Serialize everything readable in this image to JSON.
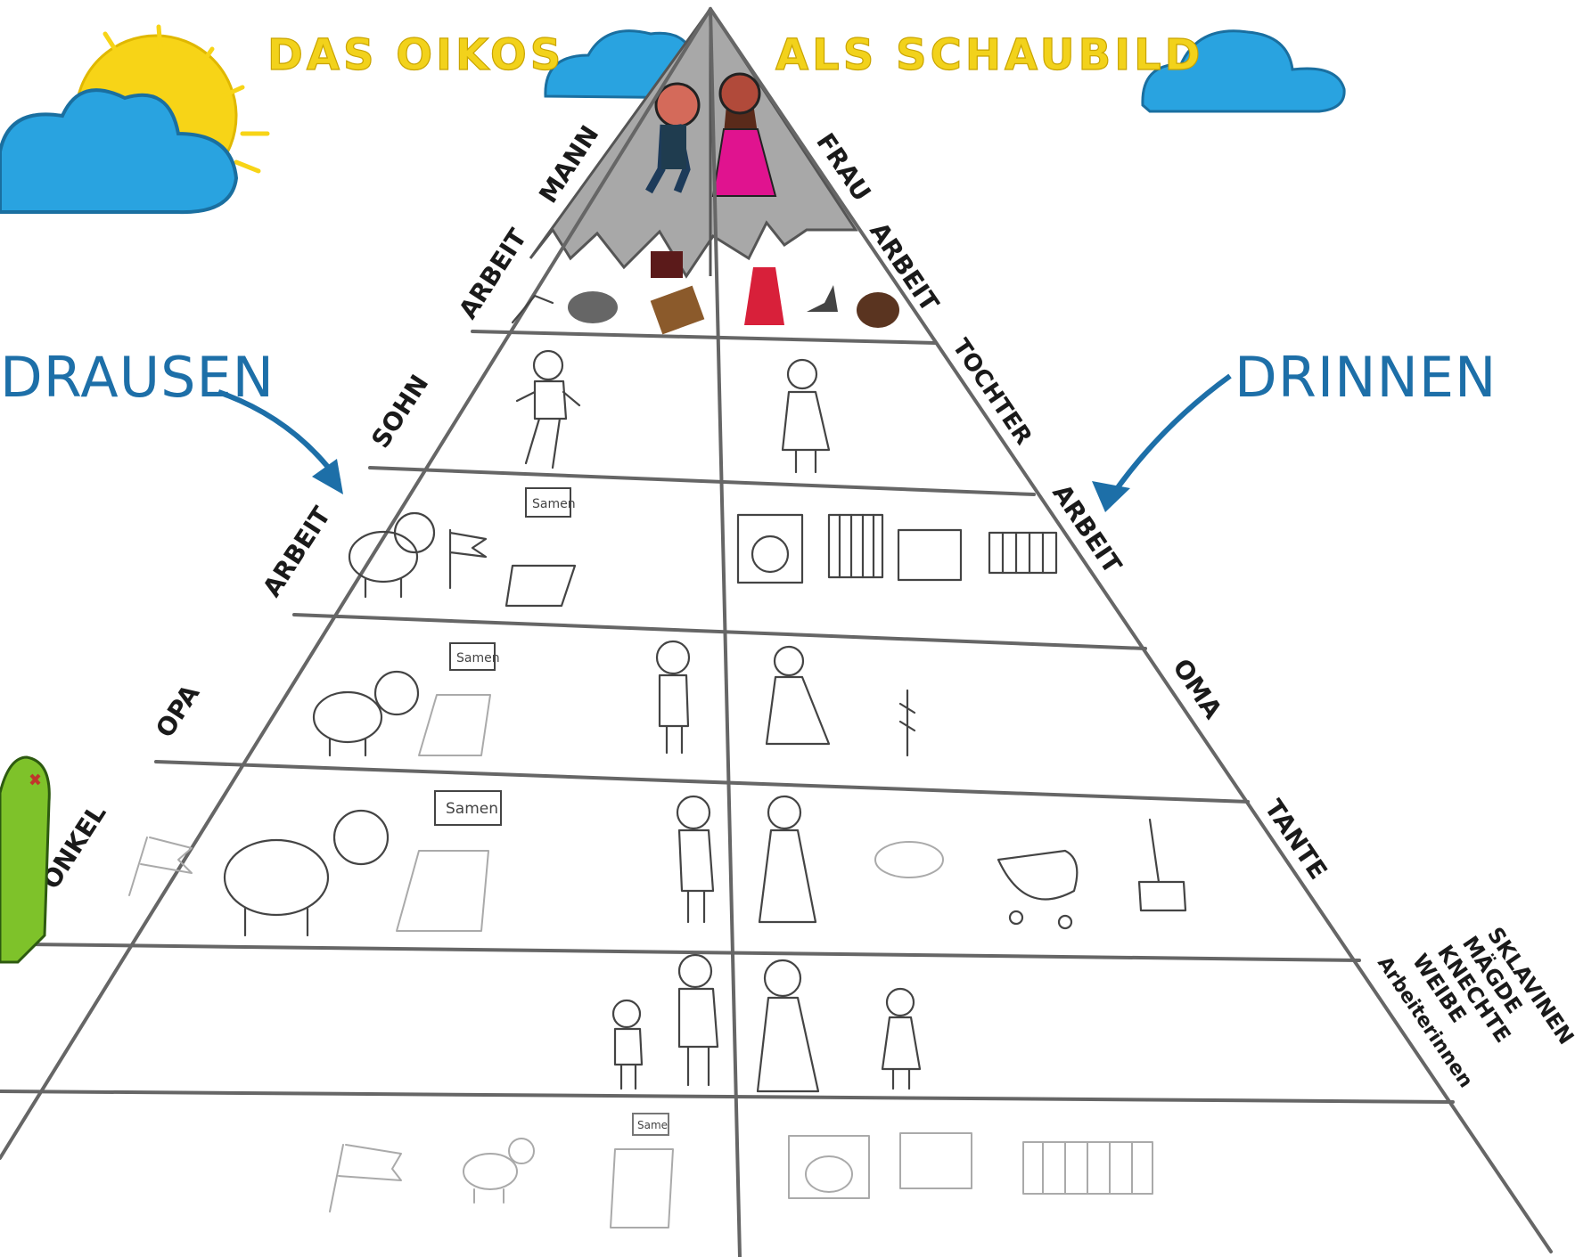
{
  "title": {
    "left": "DAS OIKOS",
    "right": "ALS SCHAUBILD"
  },
  "side_labels": {
    "outside": "DRAUSEN",
    "inside": "DRINNEN"
  },
  "left_labels": [
    "MANN",
    "ARBEIT",
    "SOHN",
    "ARBEIT",
    "OPA",
    "ONKEL"
  ],
  "right_labels": [
    "FRAU",
    "ARBEIT",
    "TOCHTER",
    "ARBEIT",
    "OMA",
    "TANTE"
  ],
  "servant_labels": [
    "SKLAVINEN",
    "MÄGDE",
    "KNECHTE",
    "WEIBE",
    "Arbeiterinnen"
  ],
  "seed_labels": [
    "Samen",
    "Samen",
    "Samen",
    "Same"
  ],
  "colors": {
    "sun": "#f7d417",
    "cloud": "#29a3e0",
    "title_yellow": "#f2d21b",
    "annotation_blue": "#1d6fa8",
    "cactus": "#7ec22a",
    "apex_gray": "#9a9a9a",
    "dress_pink": "#e0138f"
  },
  "icons": [
    "sun-icon",
    "cloud-icon",
    "cactus-icon",
    "arrow-icon",
    "pig-icon",
    "sheep-icon",
    "flag-icon",
    "seed-bag-icon",
    "washing-machine-icon",
    "radiator-icon",
    "basket-icon",
    "stroller-icon",
    "broom-icon",
    "dress-icon",
    "bread-icon"
  ]
}
